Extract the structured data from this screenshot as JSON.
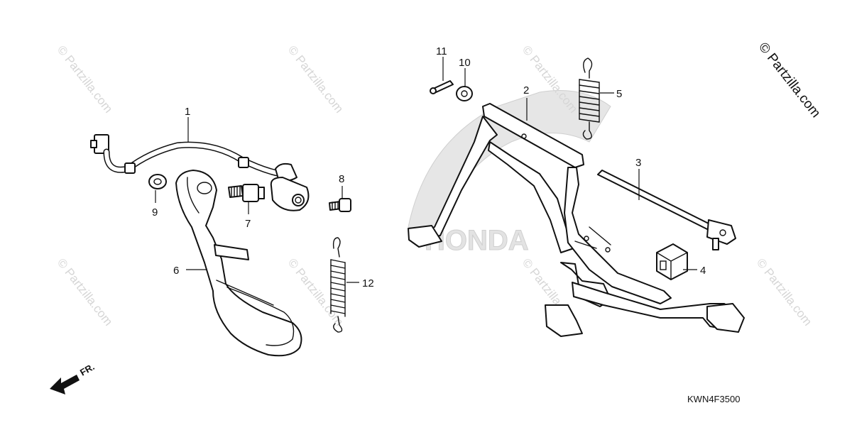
{
  "watermark": {
    "text": "© Partzilla.com",
    "corner_text": "© Partzilla.com"
  },
  "diagram_code": "KWN4F3500",
  "direction_label": "FR.",
  "callouts": [
    "1",
    "2",
    "3",
    "4",
    "5",
    "6",
    "7",
    "8",
    "9",
    "10",
    "11",
    "12"
  ],
  "logo_text": "HONDA",
  "colors": {
    "line": "#111111",
    "watermark": "#d6d6d6",
    "logo": "#e6e6e6"
  }
}
